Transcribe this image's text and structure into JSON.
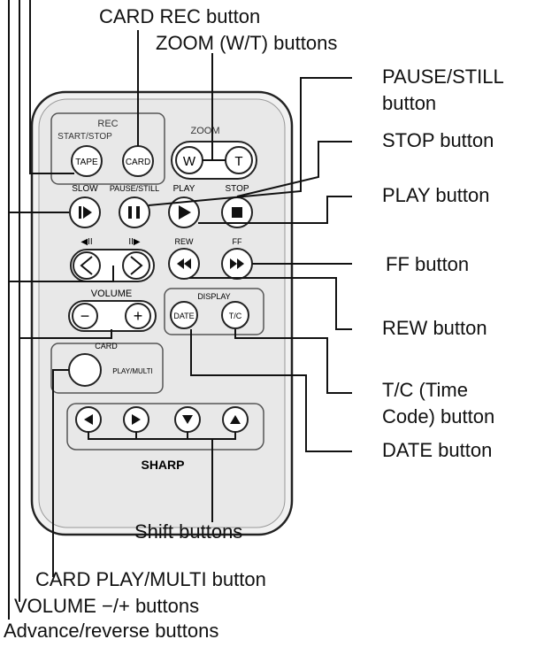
{
  "remote": {
    "rec_group_label": "REC",
    "rec_sub_label": "START/STOP",
    "zoom_label": "ZOOM",
    "tape_btn": "TAPE",
    "card_btn": "CARD",
    "zoom_w": "W",
    "zoom_t": "T",
    "slow_label": "SLOW",
    "pause_label": "PAUSE/STILL",
    "play_label": "PLAY",
    "stop_label": "STOP",
    "rew_label": "REW",
    "ff_label": "FF",
    "volume_label": "VOLUME",
    "volume_minus": "−",
    "volume_plus": "+",
    "display_label": "DISPLAY",
    "date_btn": "DATE",
    "tc_btn": "T/C",
    "card_label": "CARD",
    "play_multi_btn": "PLAY/MULTI",
    "brand": "SHARP",
    "icons": [
      "slow-icon",
      "pause-icon",
      "play-icon",
      "stop-icon",
      "rew-icon",
      "ff-icon",
      "left-arrow-icon",
      "right-arrow-icon",
      "down-arrow-icon",
      "up-arrow-icon"
    ]
  },
  "labels": {
    "card_rec": "CARD REC button",
    "zoom": "ZOOM (W/T) buttons",
    "pause_still_1": "PAUSE/STILL",
    "pause_still_2": "button",
    "stop": "STOP button",
    "play": "PLAY button",
    "ff": "FF button",
    "rew": "REW button",
    "tc_1": "T/C (Time",
    "tc_2": "Code) button",
    "date": "DATE button",
    "shift": "Shift buttons",
    "card_play_multi": "CARD PLAY/MULTI button",
    "volume": "VOLUME −/+ buttons",
    "advance_reverse": "Advance/reverse buttons"
  }
}
